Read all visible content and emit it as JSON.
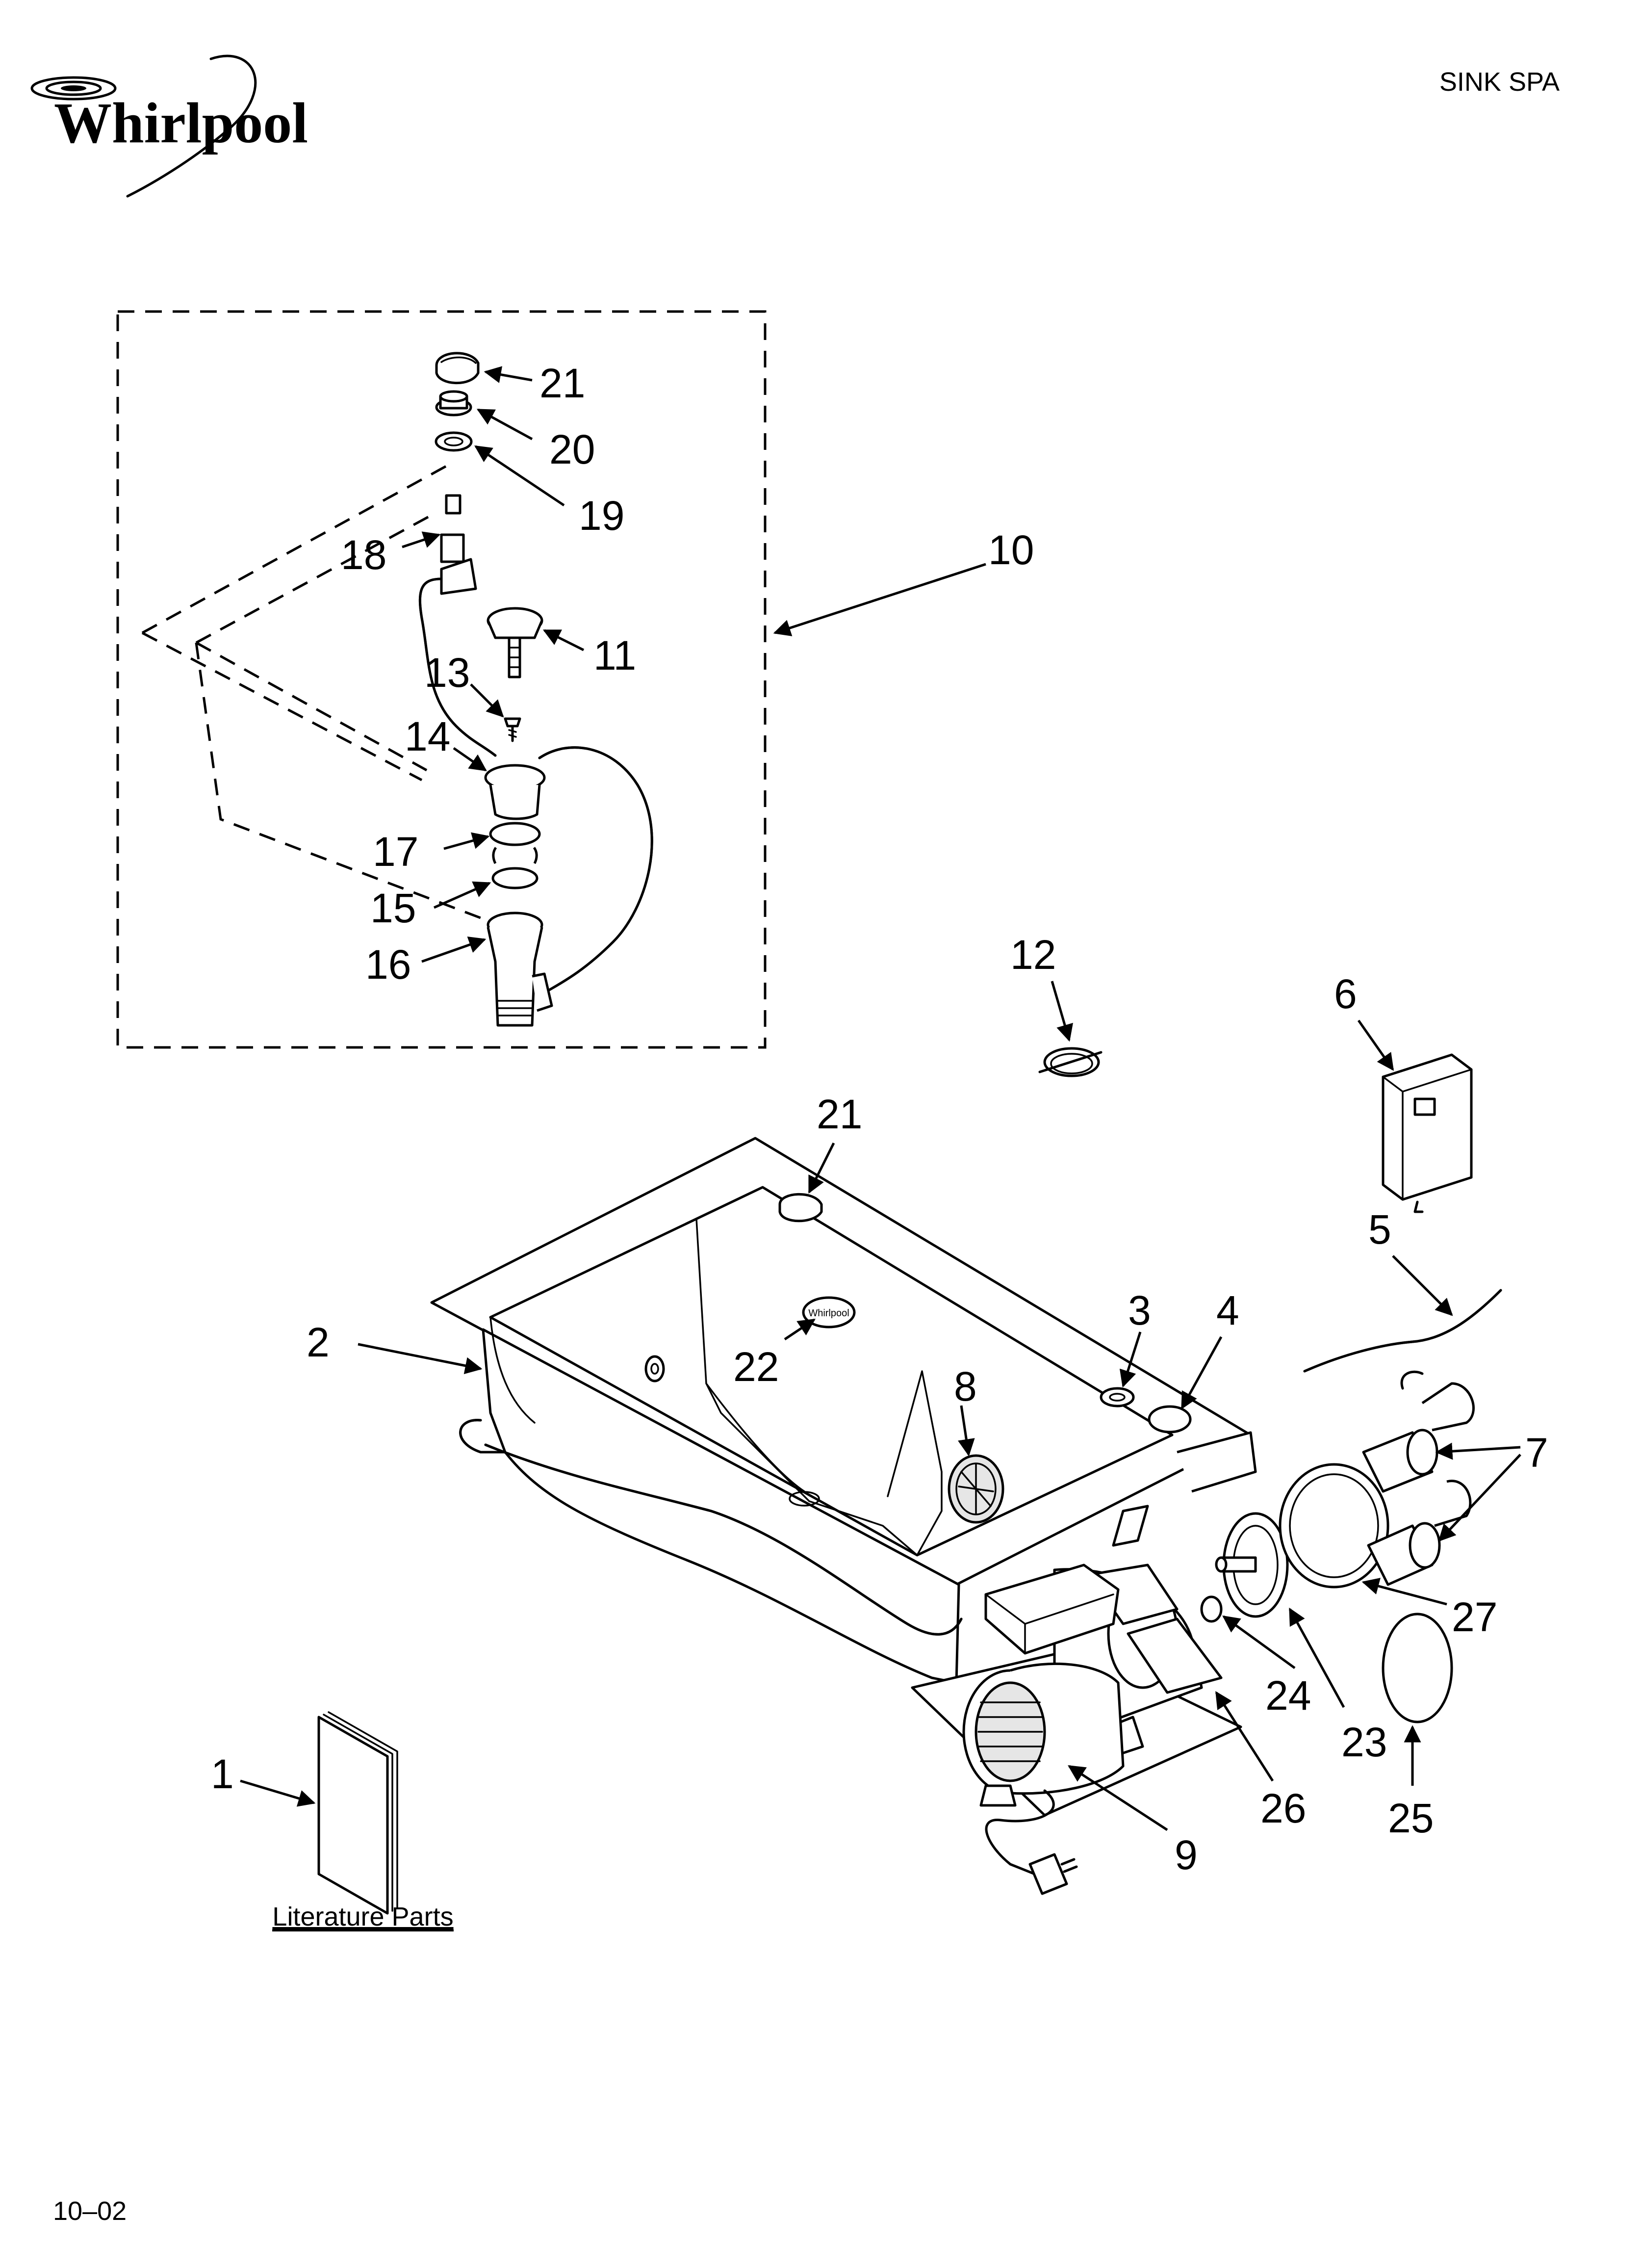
{
  "brand": {
    "name": "Whirlpool"
  },
  "header": {
    "title": "SINK SPA"
  },
  "footer": {
    "date_code": "10–02"
  },
  "literature": {
    "label": "Literature Parts"
  },
  "callouts": {
    "c1": "1",
    "c2": "2",
    "c3": "3",
    "c4": "4",
    "c5": "5",
    "c6": "6",
    "c7": "7",
    "c8": "8",
    "c9": "9",
    "c10": "10",
    "c11": "11",
    "c12": "12",
    "c13": "13",
    "c14": "14",
    "c15": "15",
    "c16": "16",
    "c17": "17",
    "c18": "18",
    "c19": "19",
    "c20": "20",
    "c21a": "21",
    "c21b": "21",
    "c22": "22",
    "c23": "23",
    "c24": "24",
    "c25": "25",
    "c26": "26",
    "c27": "27"
  },
  "tub_logo": {
    "text": "Whirlpool"
  }
}
